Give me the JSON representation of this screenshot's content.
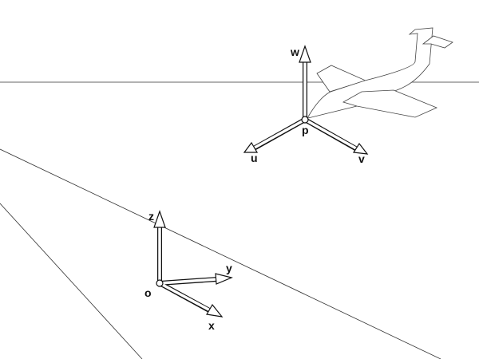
{
  "labels": {
    "body_frame": {
      "origin": "p",
      "u": "u",
      "v": "v",
      "w": "w"
    },
    "world_frame": {
      "origin": "o",
      "x": "x",
      "y": "y",
      "z": "z"
    }
  },
  "colors": {
    "line": "#111111",
    "background": "#ffffff"
  }
}
